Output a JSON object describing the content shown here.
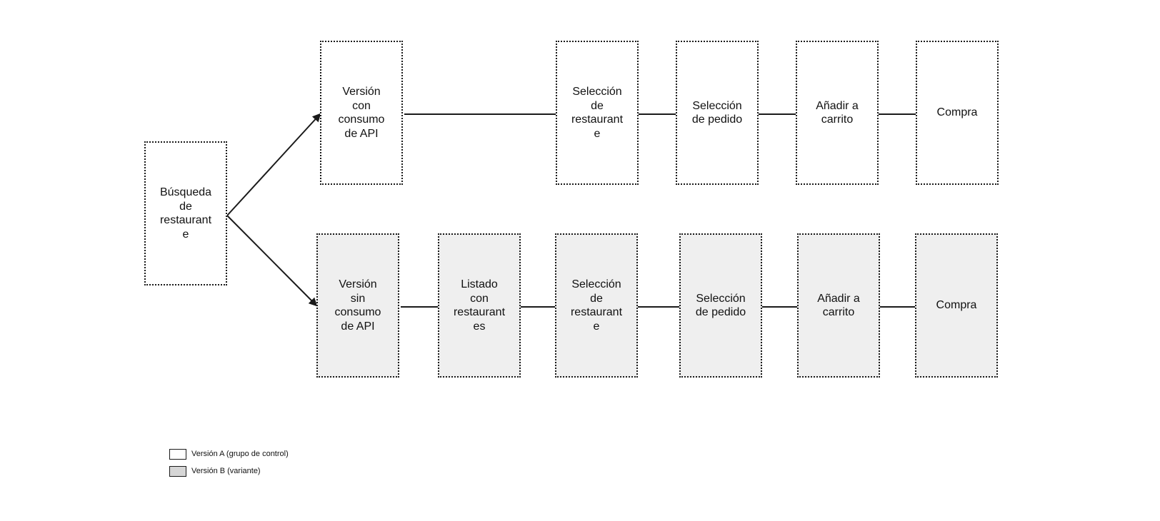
{
  "diagram": {
    "start": {
      "label": "Búsqueda\nde\nrestaurant\ne"
    },
    "version_a": {
      "steps": [
        "Versión\ncon\nconsumo\nde API",
        "Selección\nde\nrestaurant\ne",
        "Selección\nde pedido",
        "Añadir a\ncarrito",
        "Compra"
      ]
    },
    "version_b": {
      "steps": [
        "Versión\nsin\nconsumo\nde API",
        "Listado\ncon\nrestaurant\nes",
        "Selección\nde\nrestaurant\ne",
        "Selección\nde pedido",
        "Añadir a\ncarrito",
        "Compra"
      ]
    }
  },
  "legend": {
    "version_a": "Versión A (grupo de control)",
    "version_b": "Versión B (variante)"
  },
  "colors": {
    "version_a_fill": "#ffffff",
    "version_b_fill": "#efefef",
    "stroke": "#1a1a1a"
  }
}
